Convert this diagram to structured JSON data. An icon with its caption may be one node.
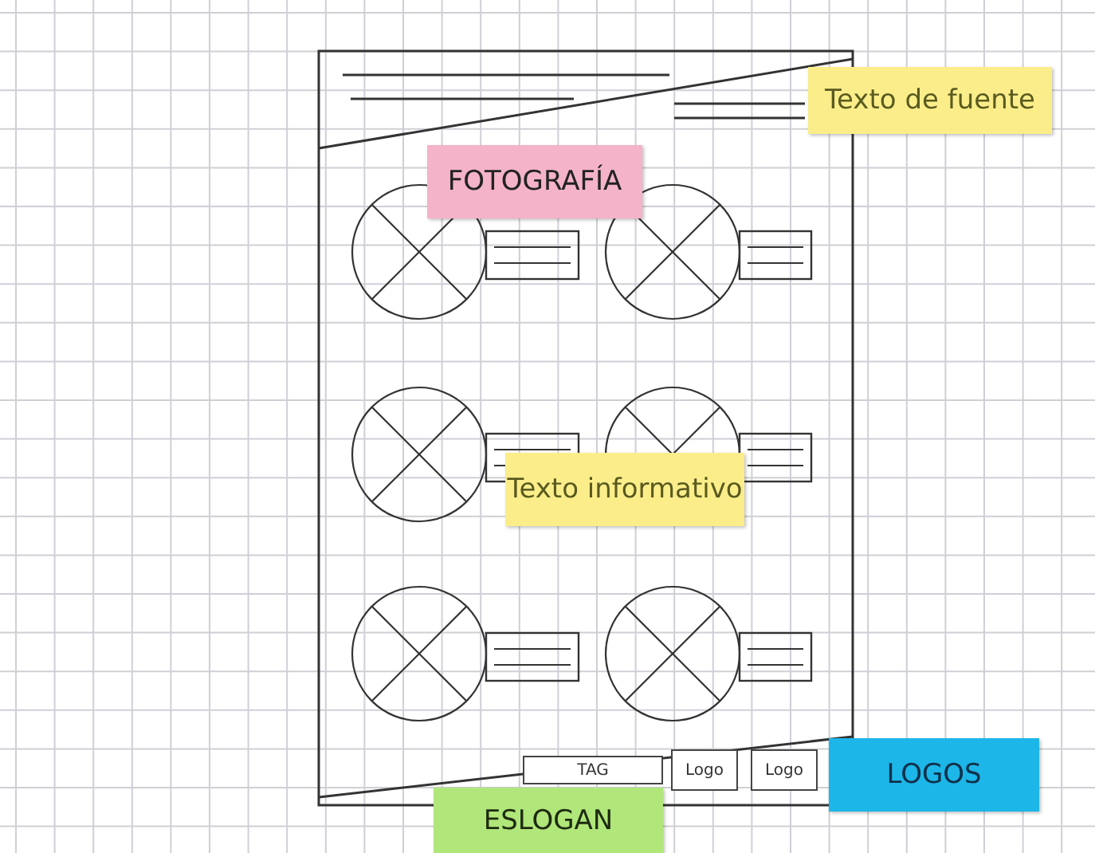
{
  "diagram": {
    "nodes": [
      {
        "text": [
          "Texto de fuente"
        ]
      },
      {
        "text": [
          "FOTOGRAFÍA"
        ]
      },
      {
        "text": [
          "Texto informativo"
        ]
      },
      {
        "text": [
          "TAG"
        ]
      },
      {
        "text": [
          "Logo"
        ]
      },
      {
        "text": [
          "Logo"
        ]
      },
      {
        "text": [
          "LOGOS"
        ]
      },
      {
        "text": [
          "ESLOGAN"
        ]
      }
    ]
  }
}
